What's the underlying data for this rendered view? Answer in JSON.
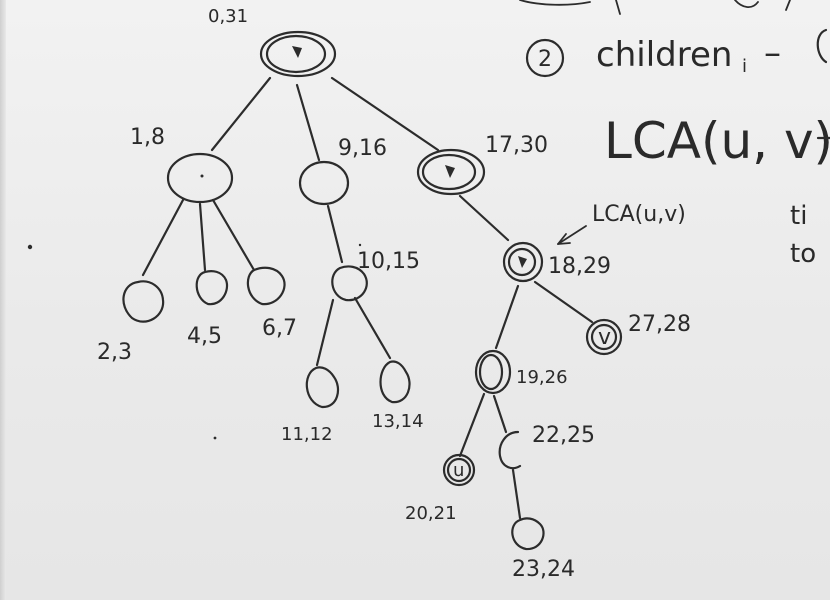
{
  "board": {
    "heading": {
      "number": "2",
      "children_text": "children",
      "children_subscript": "i",
      "dash": "–",
      "lca_formula": "LCA(u, v)",
      "clip_ti": "ti",
      "clip_to": "to"
    },
    "lca_annotation": "LCA(u,v)",
    "nodes": [
      {
        "id": "root",
        "label": "0,31"
      },
      {
        "id": "n1",
        "label": "1,8"
      },
      {
        "id": "n9",
        "label": "9,16"
      },
      {
        "id": "n17",
        "label": "17,30"
      },
      {
        "id": "n2",
        "label": "2,3"
      },
      {
        "id": "n4",
        "label": "4,5"
      },
      {
        "id": "n6",
        "label": "6,7"
      },
      {
        "id": "n10",
        "label": "10,15"
      },
      {
        "id": "n11",
        "label": "11,12"
      },
      {
        "id": "n13",
        "label": "13,14"
      },
      {
        "id": "n18",
        "label": "18,29"
      },
      {
        "id": "n19",
        "label": "19,26"
      },
      {
        "id": "n27",
        "label": "27,28",
        "mark": "v"
      },
      {
        "id": "n20",
        "label": "20,21",
        "mark": "u"
      },
      {
        "id": "n22",
        "label": "22,25"
      },
      {
        "id": "n23",
        "label": "23,24"
      }
    ]
  }
}
